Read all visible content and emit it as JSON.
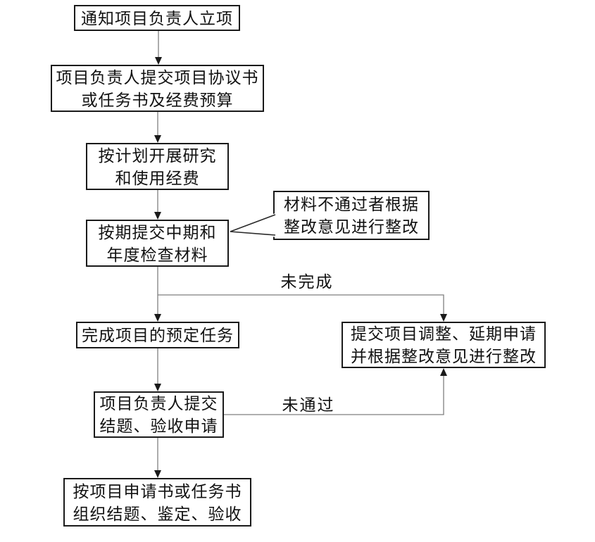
{
  "diagram": {
    "type": "flowchart",
    "background": "#ffffff",
    "box_border_color": "#1a1a1a",
    "connector_color": "#7f7f7f",
    "text_color": "#111111"
  },
  "nodes": [
    {
      "id": "notify",
      "lines": [
        "通知项目负责人立项"
      ]
    },
    {
      "id": "agreement",
      "lines": [
        "项目负责人提交项目协议书",
        "或任务书及经费预算"
      ]
    },
    {
      "id": "research",
      "lines": [
        "按计划开展研究",
        "和使用经费"
      ]
    },
    {
      "id": "midterm",
      "lines": [
        "按期提交中期和",
        "年度检查材料"
      ]
    },
    {
      "id": "callout",
      "lines": [
        "材料不通过者根据",
        "整改意见进行整改"
      ]
    },
    {
      "id": "complete",
      "lines": [
        "完成项目的预定任务"
      ]
    },
    {
      "id": "adjust",
      "lines": [
        "提交项目调整、延期申请",
        "并根据整改意见进行整改"
      ]
    },
    {
      "id": "apply",
      "lines": [
        "项目负责人提交",
        "结题、验收申请"
      ]
    },
    {
      "id": "organize",
      "lines": [
        "按项目申请书或任务书",
        "组织结题、鉴定、验收"
      ]
    }
  ],
  "edges": [
    {
      "from": "notify",
      "to": "agreement",
      "label": ""
    },
    {
      "from": "agreement",
      "to": "research",
      "label": ""
    },
    {
      "from": "research",
      "to": "midterm",
      "label": ""
    },
    {
      "from": "midterm",
      "to": "complete",
      "label": ""
    },
    {
      "from": "midterm",
      "to": "adjust",
      "label": "未完成"
    },
    {
      "from": "complete",
      "to": "apply",
      "label": ""
    },
    {
      "from": "apply",
      "to": "adjust",
      "label": "未通过"
    },
    {
      "from": "apply",
      "to": "organize",
      "label": ""
    },
    {
      "from": "callout",
      "to": "midterm",
      "label": ""
    }
  ]
}
